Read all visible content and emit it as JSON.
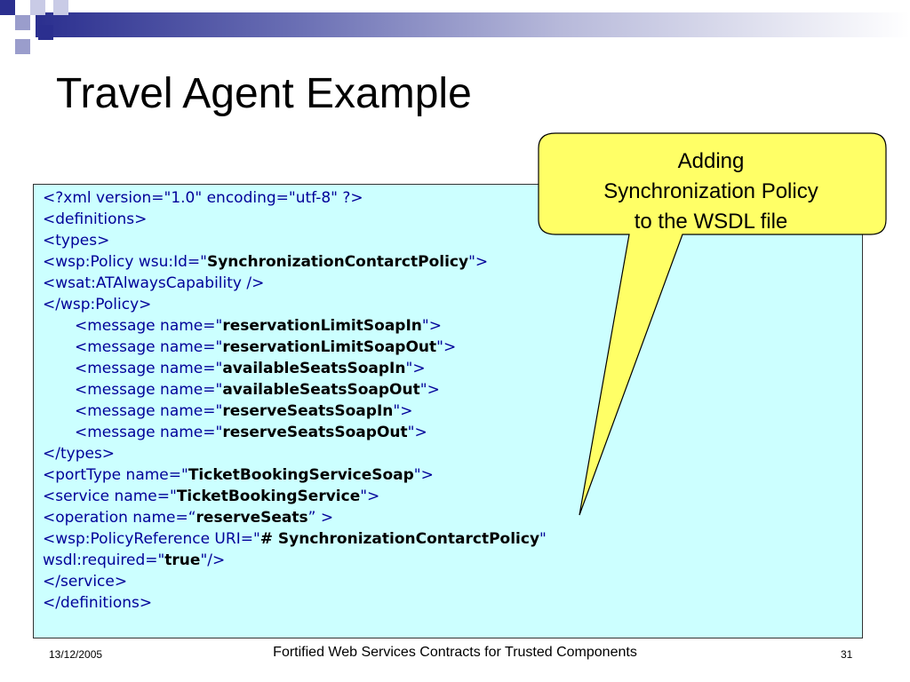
{
  "slide": {
    "title": "Travel Agent Example",
    "callout": [
      "Adding",
      "Synchronization Policy",
      "to the WSDL file"
    ],
    "footer": {
      "date": "13/12/2005",
      "center": "Fortified Web Services Contracts for Trusted Components",
      "page": "31"
    }
  },
  "code": {
    "l1": "<?xml version=\"1.0\" encoding=\"utf-8\" ?>",
    "l2": "<definitions>",
    "l3": "<types>",
    "l4a": "<wsp:Policy wsu:Id=\"",
    "l4b": "SynchronizationContarctPolicy",
    "l4c": "\">",
    "l5": "<wsat:ATAlwaysCapability />",
    "l6": "</wsp:Policy>",
    "msg_prefix": "<message name=\"",
    "msg_suffix": "\">",
    "messages": [
      "reservationLimitSoapIn",
      "reservationLimitSoapOut",
      "availableSeatsSoapIn",
      "availableSeatsSoapOut",
      "reserveSeatsSoapIn",
      "reserveSeatsSoapOut"
    ],
    "l13": "</types>",
    "l14a": "<portType name=\"",
    "l14b": "TicketBookingServiceSoap",
    "l14c": "\">",
    "l15a": "<service name=\"",
    "l15b": "TicketBookingService",
    "l15c": "\">",
    "l16a": "<operation name=“",
    "l16b": "reserveSeats",
    "l16c": "” >",
    "l17a": "<wsp:PolicyReference URI=\"",
    "l17b": "# SynchronizationContarctPolicy",
    "l17c": "\"",
    "l18a": "wsdl:required=\"",
    "l18b": "true",
    "l18c": "\"/>",
    "l19": " </service>",
    "l20": "</definitions>"
  },
  "colors": {
    "code_bg": "#ccffff",
    "callout_bg": "#ffff66",
    "tag": "#000099"
  }
}
